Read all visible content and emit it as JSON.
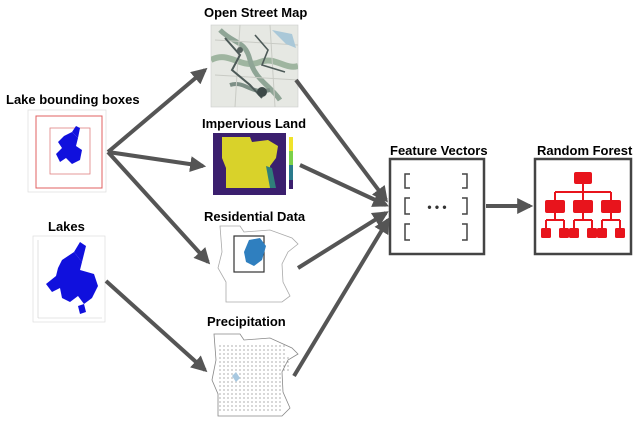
{
  "labels": {
    "lake_bounding_boxes": "Lake bounding boxes",
    "lakes": "Lakes",
    "open_street_map": "Open Street Map",
    "impervious_land": "Impervious Land",
    "residential_data": "Residential Data",
    "precipitation": "Precipitation",
    "feature_vectors": "Feature Vectors",
    "random_forest": "Random Forest",
    "vector_ellipsis": "• • •"
  },
  "colors": {
    "arrow": "#555555",
    "lake_blue": "#1010dd",
    "bbox_red": "#e06060",
    "impervious_purple": "#3b1f6e",
    "impervious_yellow": "#d9d22a",
    "residential_blue": "#2f7fbf",
    "tree_red": "#e8141c"
  },
  "icons": {
    "bbox_thumbnail": "lake-bounding-box-plot",
    "lakes_thumbnail": "lake-shape-plot",
    "osm_thumbnail": "street-map",
    "impervious_thumbnail": "impervious-raster",
    "residential_thumbnail": "minnesota-residential-map",
    "precip_thumbnail": "minnesota-precipitation-grid",
    "forest_icon": "tree-hierarchy-icon"
  }
}
